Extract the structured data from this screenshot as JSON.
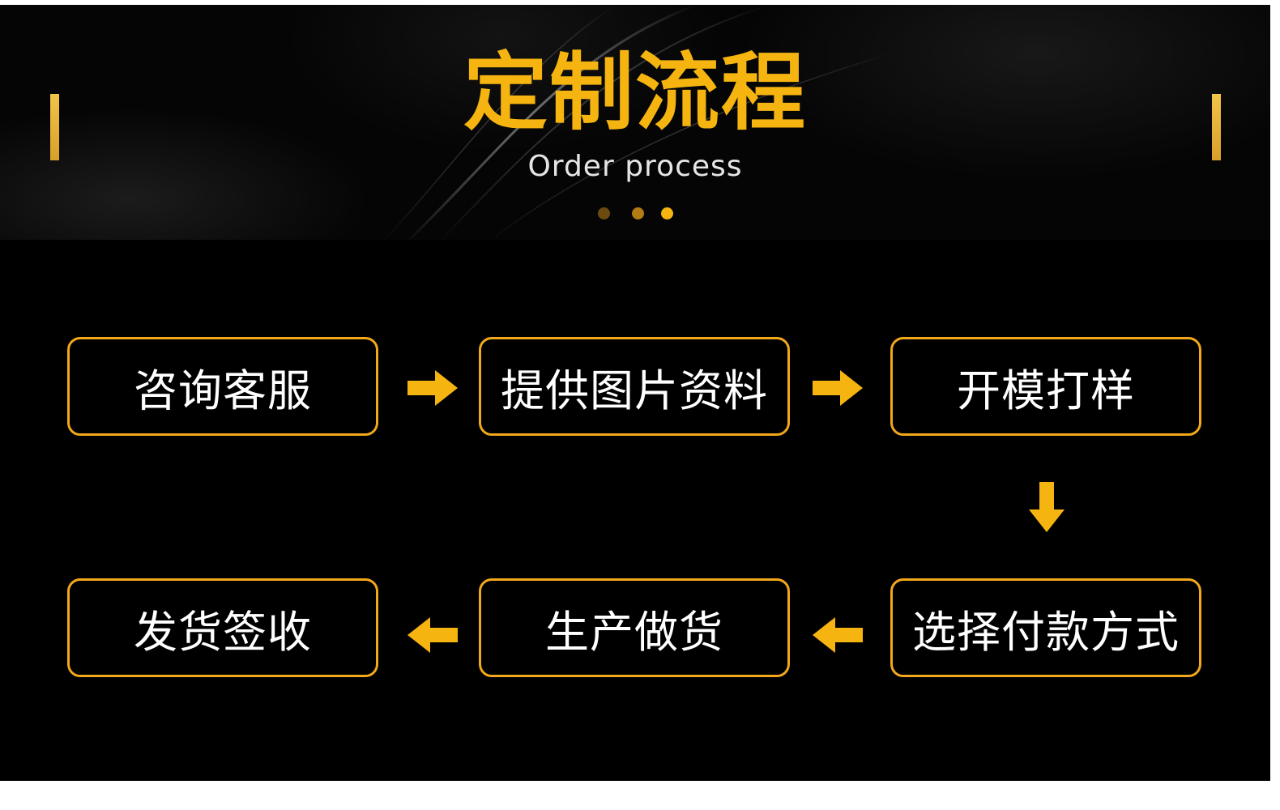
{
  "header": {
    "title": "定制流程",
    "subtitle": "Order process"
  },
  "colors": {
    "accent": "#f2a81a",
    "title": "#f5b40f",
    "background": "#000000",
    "text": "#ffffff",
    "dots": [
      "#6b4a0e",
      "#b27c12",
      "#f5b40f"
    ]
  },
  "steps": [
    {
      "label": "咨询客服"
    },
    {
      "label": "提供图片资料"
    },
    {
      "label": "开模打样"
    },
    {
      "label": "选择付款方式"
    },
    {
      "label": "生产做货"
    },
    {
      "label": "发货签收"
    }
  ],
  "arrows": [
    {
      "from": 1,
      "to": 2,
      "direction": "right"
    },
    {
      "from": 2,
      "to": 3,
      "direction": "right"
    },
    {
      "from": 3,
      "to": 4,
      "direction": "down"
    },
    {
      "from": 4,
      "to": 5,
      "direction": "left"
    },
    {
      "from": 5,
      "to": 6,
      "direction": "left"
    }
  ]
}
